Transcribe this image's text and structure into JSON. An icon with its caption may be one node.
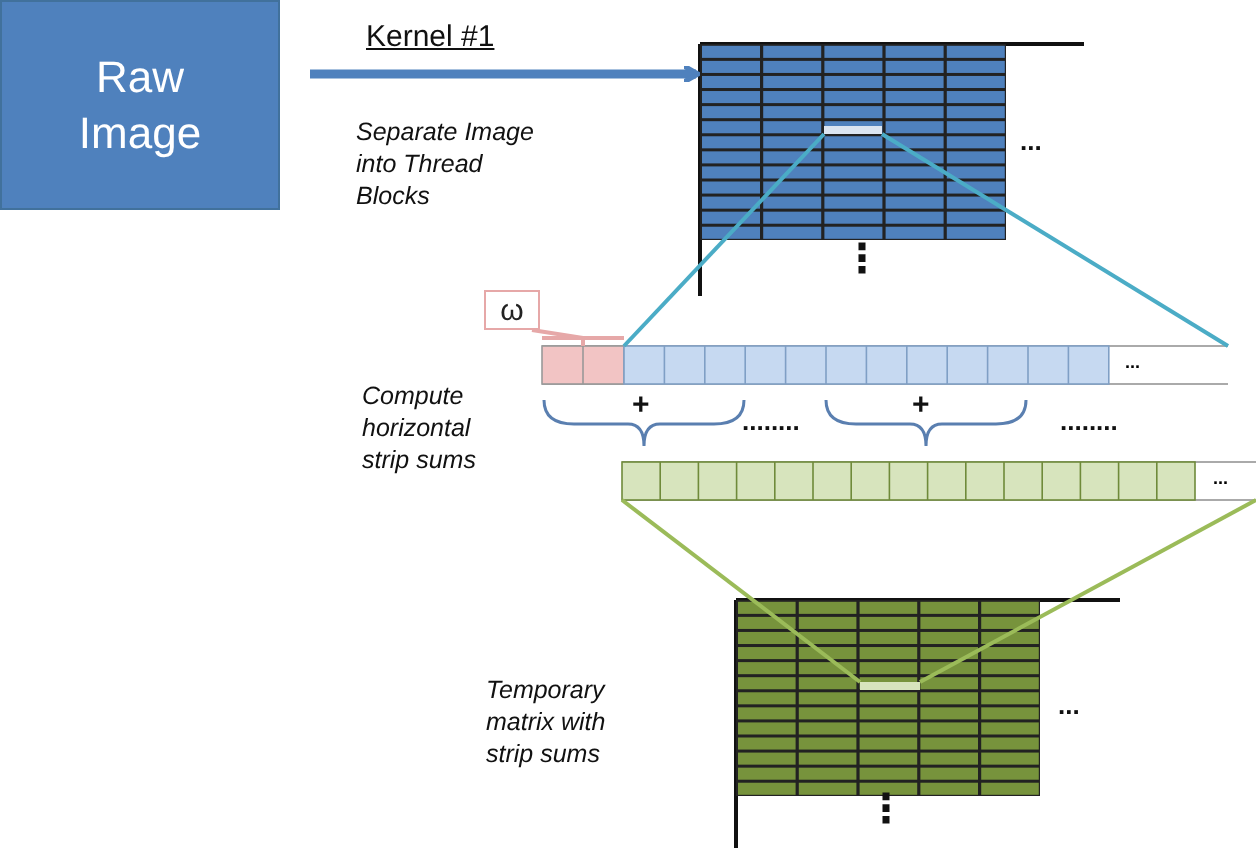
{
  "diagram": {
    "nodes": [
      {
        "text": [
          "Raw Image"
        ]
      },
      {
        "text": [],
        "shape": "box",
        "beside": [
          "...",
          "⋮"
        ]
      },
      {
        "text": [],
        "shape": "bar",
        "in": 1
      },
      {
        "text": [
          "ω"
        ]
      },
      {
        "text": [],
        "shape": "bar"
      },
      {
        "text": [
          "..."
        ]
      },
      {
        "text": [
          "..."
        ]
      },
      {
        "text": [],
        "shape": "box",
        "beside": [
          "...",
          "⋮"
        ]
      },
      {
        "text": [],
        "shape": "bar",
        "in": 7
      }
    ],
    "edges": [
      {
        "from": 0,
        "to": 1,
        "arrow": "to",
        "label": "Kernel #1",
        "style": "thick",
        "color": "#4f81bd"
      },
      {
        "from": 3,
        "to": 4,
        "arrow": "none",
        "color": "#e6a8a8"
      },
      {
        "from": 2,
        "to": 5,
        "arrow": "none",
        "color": "#4bacc6"
      },
      {
        "from": 2,
        "to": 5,
        "arrow": "none",
        "color": "#4bacc6"
      },
      {
        "from": 6,
        "to": 8,
        "arrow": "none",
        "color": "#9bbb59"
      },
      {
        "from": 6,
        "to": 8,
        "arrow": "none",
        "color": "#9bbb59"
      }
    ],
    "labels": [
      "Separate Image into Thread Blocks",
      "+",
      "........",
      "+",
      "........",
      "Compute horizontal strip sums",
      "Temporary matrix with strip sums"
    ]
  }
}
